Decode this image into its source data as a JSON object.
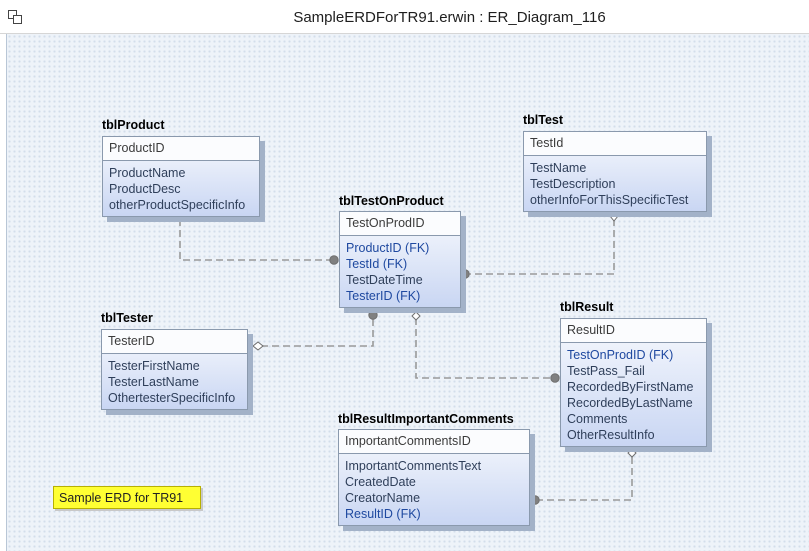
{
  "window": {
    "title": "SampleERDForTR91.erwin : ER_Diagram_116"
  },
  "entities": {
    "product": {
      "name": "tblProduct",
      "pk": "ProductID",
      "attrs": [
        "ProductName",
        "ProductDesc",
        "otherProductSpecificInfo"
      ]
    },
    "test": {
      "name": "tblTest",
      "pk": "TestId",
      "attrs": [
        "TestName",
        "TestDescription",
        "otherInfoForThisSpecificTest"
      ]
    },
    "testonproduct": {
      "name": "tblTestOnProduct",
      "pk": "TestOnProdID",
      "attrs": [
        "ProductID (FK)",
        "TestId (FK)",
        "TestDateTime",
        "TesterID (FK)"
      ]
    },
    "tester": {
      "name": "tblTester",
      "pk": "TesterID",
      "attrs": [
        "TesterFirstName",
        "TesterLastName",
        "OthertesterSpecificInfo"
      ]
    },
    "result": {
      "name": "tblResult",
      "pk": "ResultID",
      "attrs": [
        "TestOnProdID (FK)",
        "TestPass_Fail",
        "RecordedByFirstName",
        "RecordedByLastName",
        "Comments",
        "OtherResultInfo"
      ]
    },
    "comments": {
      "name": "tblResultImportantComments",
      "pk": "ImportantCommentsID",
      "attrs": [
        "ImportantCommentsText",
        "CreatedDate",
        "CreatorName",
        "ResultID (FK)"
      ]
    }
  },
  "note": {
    "text": "Sample ERD for TR91"
  },
  "colors": {
    "canvas": "#eef3f9",
    "entity_top": "#f7f9fd",
    "entity_bottom": "#c9d6f3",
    "fk_text": "#1f49a0",
    "relationship_line": "#9a9a9a",
    "note_fill": "#ffff33"
  }
}
